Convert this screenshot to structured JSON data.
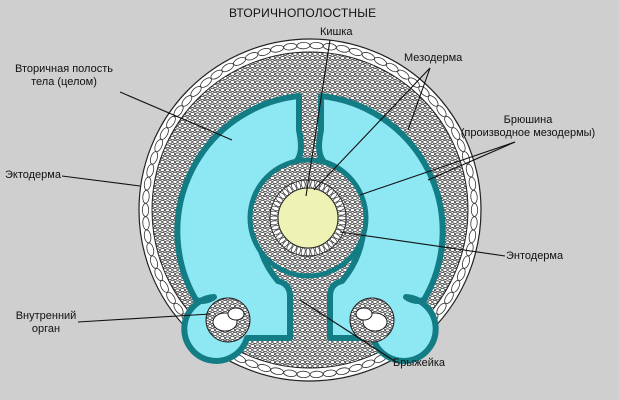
{
  "title": "ВТОРИЧНОПОЛОСТНЫЕ",
  "labels": {
    "coelom_line1": "Вторичная полость",
    "coelom_line2": "тела (целом)",
    "intestine": "Кишка",
    "mesoderm": "Мезодерма",
    "peritoneum_line1": "Брюшина",
    "peritoneum_line2": "(производное мезодермы)",
    "ectoderm": "Эктодерма",
    "endoderm": "Энтодерма",
    "internal_organ_line1": "Внутренний",
    "internal_organ_line2": "орган",
    "mesentery": "Брыжейка"
  },
  "colors": {
    "background": "#cfcfcf",
    "coelom_fill": "#8de8f4",
    "peritoneum_stroke": "#137d86",
    "gut_lumen": "#eef2b4",
    "cell_outline": "#2b2b2b",
    "cell_fill": "#ffffff"
  }
}
